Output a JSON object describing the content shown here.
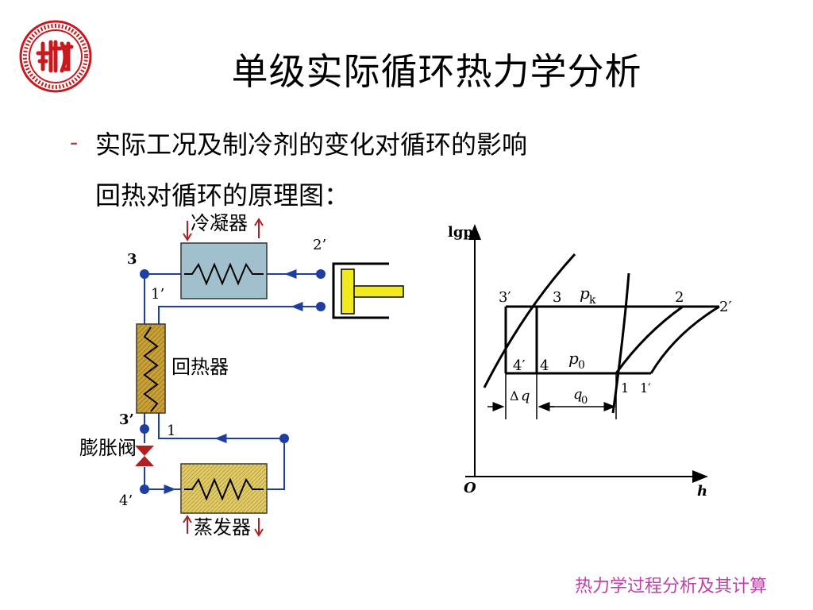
{
  "slide": {
    "title": "单级实际循环热力学分析",
    "bullet_dash": "-",
    "line1": "实际工况及制冷剂的变化对循环的影响",
    "line2": "回热对循环的原理图：",
    "footer": "热力学过程分析及其计算"
  },
  "schematic": {
    "condenser": "冷凝器",
    "regenerator": "回热器",
    "expansion_valve": "膨胀阀",
    "evaporator": "蒸发器",
    "point_3": "3",
    "point_2p": "2’",
    "point_1p": "1’",
    "point_3p": "3’",
    "point_1": "1",
    "point_4p": "4’"
  },
  "ph_chart": {
    "ylabel": "lgp",
    "xlabel": "h",
    "origin": "O",
    "pk_label": "p",
    "pk_sub": "k",
    "p0_label": "p",
    "p0_sub": "0",
    "pt_3p": "3′",
    "pt_3": "3",
    "pt_2": "2",
    "pt_2p": "2′",
    "pt_4p": "4′",
    "pt_4": "4",
    "pt_1": "1",
    "pt_1p": "1′",
    "dq_delta": "Δ",
    "dq_q": "q",
    "q0_q": "q",
    "q0_sub": "0"
  },
  "colors": {
    "pipe": "#1f3fa0",
    "node": "#1f3fa0",
    "condenser_fill": "#9fc0cc",
    "evaporator_fill": "#e0cc6a",
    "regenerator_fill": "#c9a13a",
    "piston_fill": "#f2ea1e",
    "arrow_red": "#b02020",
    "footer": "#c03fa8"
  }
}
